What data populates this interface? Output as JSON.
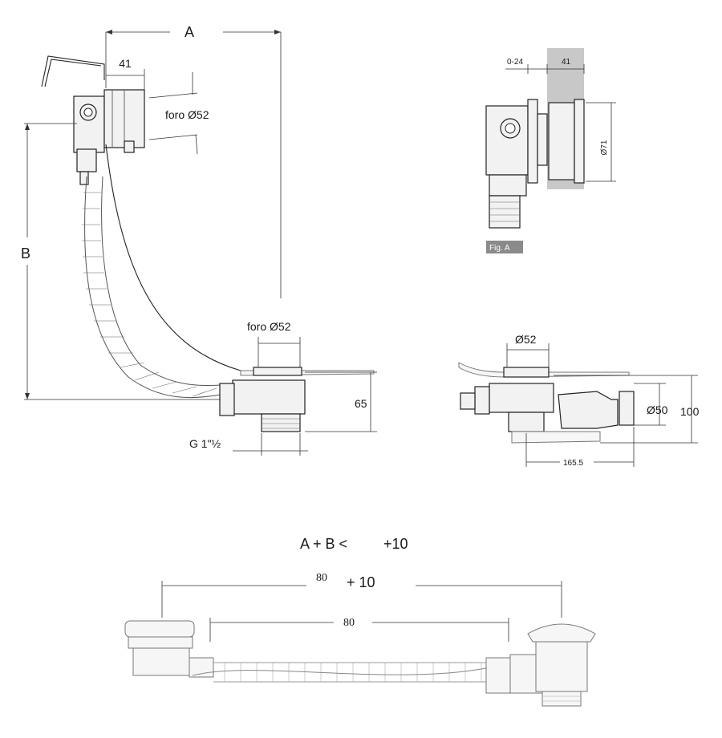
{
  "labels": {
    "dim_a": "A",
    "dim_b": "B",
    "dim_41": "41",
    "foro_overflow": "foro Ø52",
    "foro_drain": "foro Ø52",
    "dim_65": "65",
    "thread": "G 1\"½",
    "fig_a_range": "0-24",
    "fig_a_41": "41",
    "fig_a_d71": "Ø71",
    "fig_a_tag": "Fig. A",
    "trap_d52": "Ø52",
    "trap_d50": "Ø50",
    "trap_100": "100",
    "trap_1655": "165.5",
    "formula": "A + B <",
    "formula_plus": "+10",
    "bottom_80_plus": "80",
    "bottom_plus_10": "+ 10",
    "bottom_80": "80"
  },
  "colors": {
    "line": "#222222",
    "dimension": "#333333",
    "faded": "#999999",
    "fig_a_band": "#c8c8c8",
    "fig_a_tag_bg": "#8a8a8a"
  }
}
